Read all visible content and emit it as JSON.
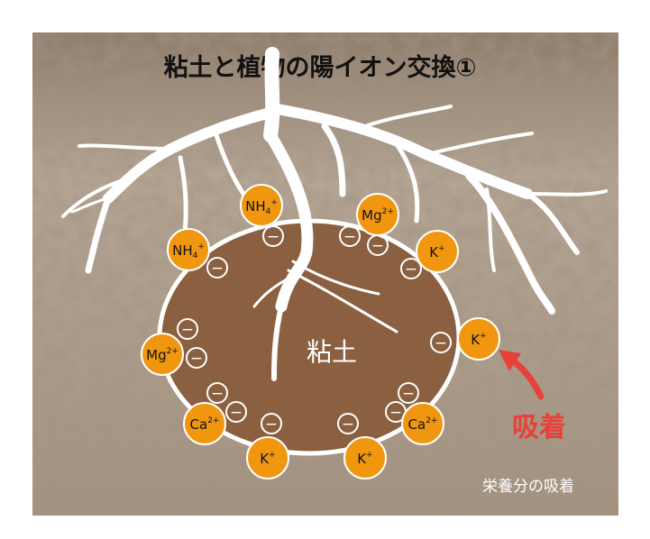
{
  "title": "粘土と植物の陽イオン交換①",
  "clay_label": "粘土",
  "adsorption_label": "吸着",
  "caption": "栄養分の吸着",
  "colors": {
    "soil": "#a79684",
    "clay": "#8a6040",
    "ion": "#f0960f",
    "root": "#ffffff",
    "arrow": "#e8413a"
  },
  "ions": [
    {
      "symbol": "NH",
      "sub": "4",
      "sup": "+"
    },
    {
      "symbol": "Mg",
      "sub": "",
      "sup": "2+"
    },
    {
      "symbol": "K",
      "sub": "",
      "sup": "+"
    },
    {
      "symbol": "NH",
      "sub": "4",
      "sup": "+"
    },
    {
      "symbol": "K",
      "sub": "",
      "sup": "+"
    },
    {
      "symbol": "Mg",
      "sub": "",
      "sup": "2+"
    },
    {
      "symbol": "Ca",
      "sub": "",
      "sup": "2+"
    },
    {
      "symbol": "Ca",
      "sub": "",
      "sup": "2+"
    },
    {
      "symbol": "K",
      "sub": "",
      "sup": "+"
    },
    {
      "symbol": "K",
      "sub": "",
      "sup": "+"
    }
  ],
  "negative_charge_symbol": "−"
}
